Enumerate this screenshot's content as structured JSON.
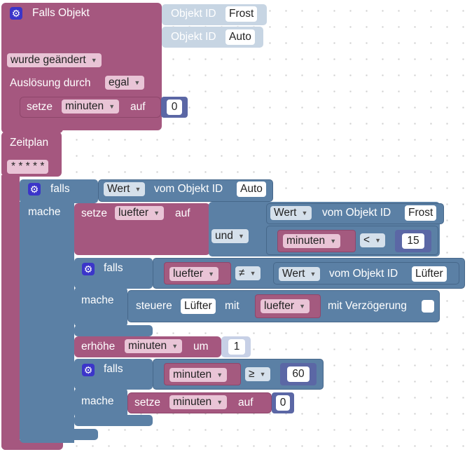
{
  "trigger": {
    "title": "Falls Objekt",
    "objects": [
      {
        "label": "Objekt ID",
        "value": "Frost"
      },
      {
        "label": "Objekt ID",
        "value": "Auto"
      }
    ],
    "condition": "wurde geändert",
    "ausloesung_label": "Auslösung durch",
    "ausloesung_value": "egal"
  },
  "init_set": {
    "setze": "setze",
    "var": "minuten",
    "auf": "auf",
    "value": "0"
  },
  "schedule": {
    "label": "Zeitplan",
    "cron": "* * * * *"
  },
  "if_outer": {
    "falls": "falls",
    "mache": "mache",
    "cond": {
      "prop": "Wert",
      "of": "vom Objekt ID",
      "obj": "Auto"
    }
  },
  "set_luefter": {
    "setze": "setze",
    "var": "luefter",
    "auf": "auf",
    "and_op": "und",
    "left": {
      "prop": "Wert",
      "of": "vom Objekt ID",
      "obj": "Frost"
    },
    "right": {
      "var": "minuten",
      "op": "<",
      "value": "15"
    }
  },
  "if_inner1": {
    "falls": "falls",
    "mache": "mache",
    "cond": {
      "var": "luefter",
      "op": "≠",
      "prop": "Wert",
      "of": "vom Objekt ID",
      "obj": "Lüfter"
    },
    "action": {
      "steuere": "steuere",
      "obj": "Lüfter",
      "mit": "mit",
      "var": "luefter",
      "delay": "mit Verzögerung"
    }
  },
  "increment": {
    "label": "erhöhe",
    "var": "minuten",
    "um": "um",
    "value": "1"
  },
  "if_inner2": {
    "falls": "falls",
    "mache": "mache",
    "cond": {
      "var": "minuten",
      "op": "≥",
      "value": "60"
    },
    "action": {
      "setze": "setze",
      "var": "minuten",
      "auf": "auf",
      "value": "0"
    }
  }
}
